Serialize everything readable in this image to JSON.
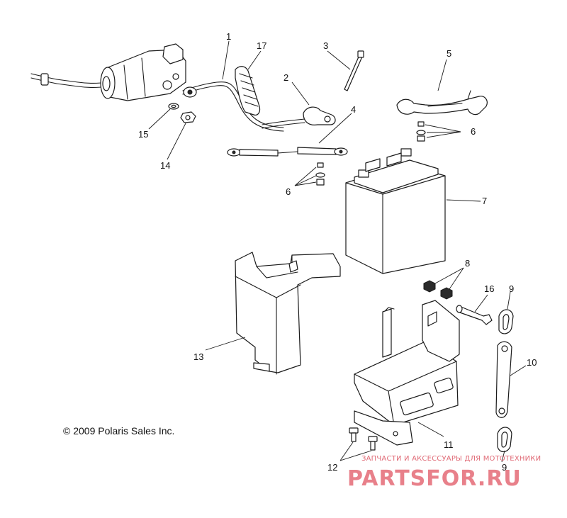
{
  "callouts": [
    "1",
    "17",
    "3",
    "5",
    "2",
    "4",
    "6",
    "15",
    "14",
    "6",
    "7",
    "8",
    "16",
    "9",
    "13",
    "10",
    "11",
    "12",
    "9"
  ],
  "copyright": "© 2009 Polaris Sales Inc.",
  "watermark": {
    "tagline": "ЗАПЧАСТИ И АКСЕССУАРЫ ДЛЯ МОТОТЕХНИКИ",
    "logo": "PARTSFOR.RU"
  },
  "colors": {
    "ink": "#1a1a1a",
    "watermark": "#e8808a"
  }
}
